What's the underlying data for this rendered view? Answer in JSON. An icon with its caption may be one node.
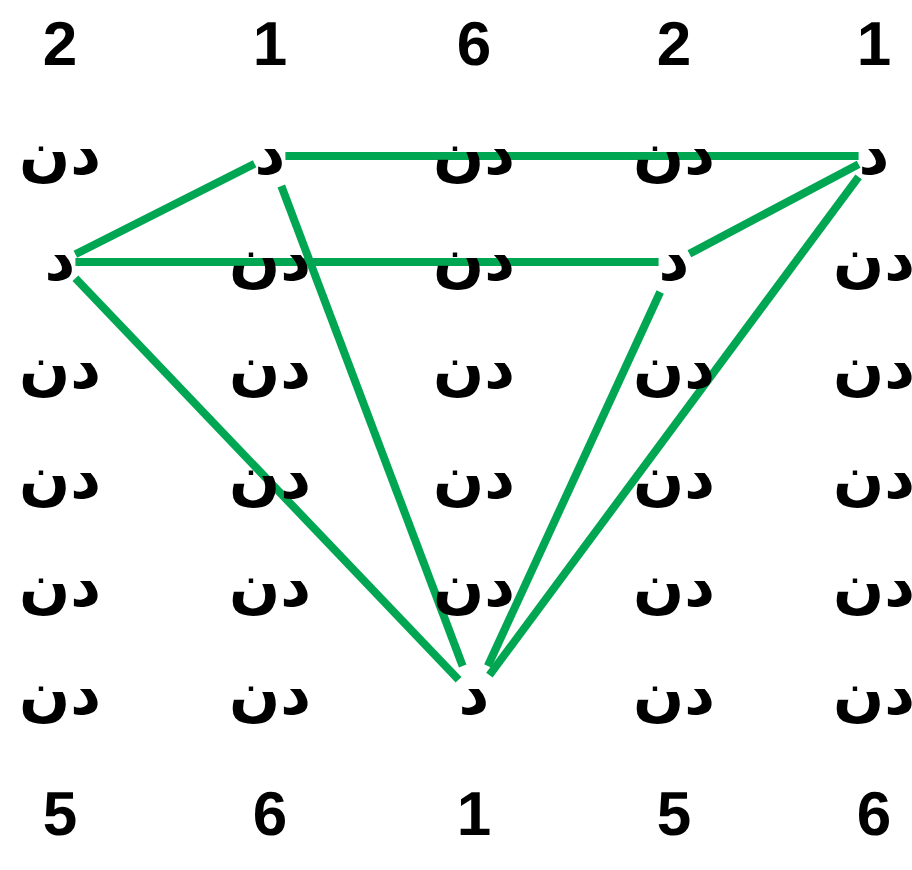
{
  "diagram": {
    "nodes": [
      {
        "text": [
          "د"
        ]
      },
      {
        "text": [
          "د"
        ]
      },
      {
        "text": [
          "د"
        ]
      },
      {
        "text": [
          "د"
        ]
      },
      {
        "text": [
          "د"
        ]
      }
    ],
    "edges": [
      {
        "from": 0,
        "to": 1,
        "arrow": "none"
      },
      {
        "from": 0,
        "to": 2,
        "arrow": "none"
      },
      {
        "from": 2,
        "to": 3,
        "arrow": "none"
      },
      {
        "from": 3,
        "to": 1,
        "arrow": "none"
      },
      {
        "from": 2,
        "to": 4,
        "arrow": "none"
      },
      {
        "from": 0,
        "to": 4,
        "arrow": "none"
      },
      {
        "from": 3,
        "to": 4,
        "arrow": "none"
      },
      {
        "from": 1,
        "to": 4,
        "arrow": "none"
      }
    ],
    "labels": [
      "2",
      "1",
      "6",
      "2",
      "1",
      "دن",
      "دن",
      "دن",
      "دن",
      "دن",
      "دن",
      "دن",
      "دن",
      "دن",
      "دن",
      "دن",
      "دن",
      "دن",
      "دن",
      "دن",
      "دن",
      "دن",
      "دن",
      "دن",
      "دن",
      "دن",
      "دن",
      "دن",
      "دن",
      "دن",
      "5",
      "6",
      "1",
      "5",
      "6"
    ]
  }
}
